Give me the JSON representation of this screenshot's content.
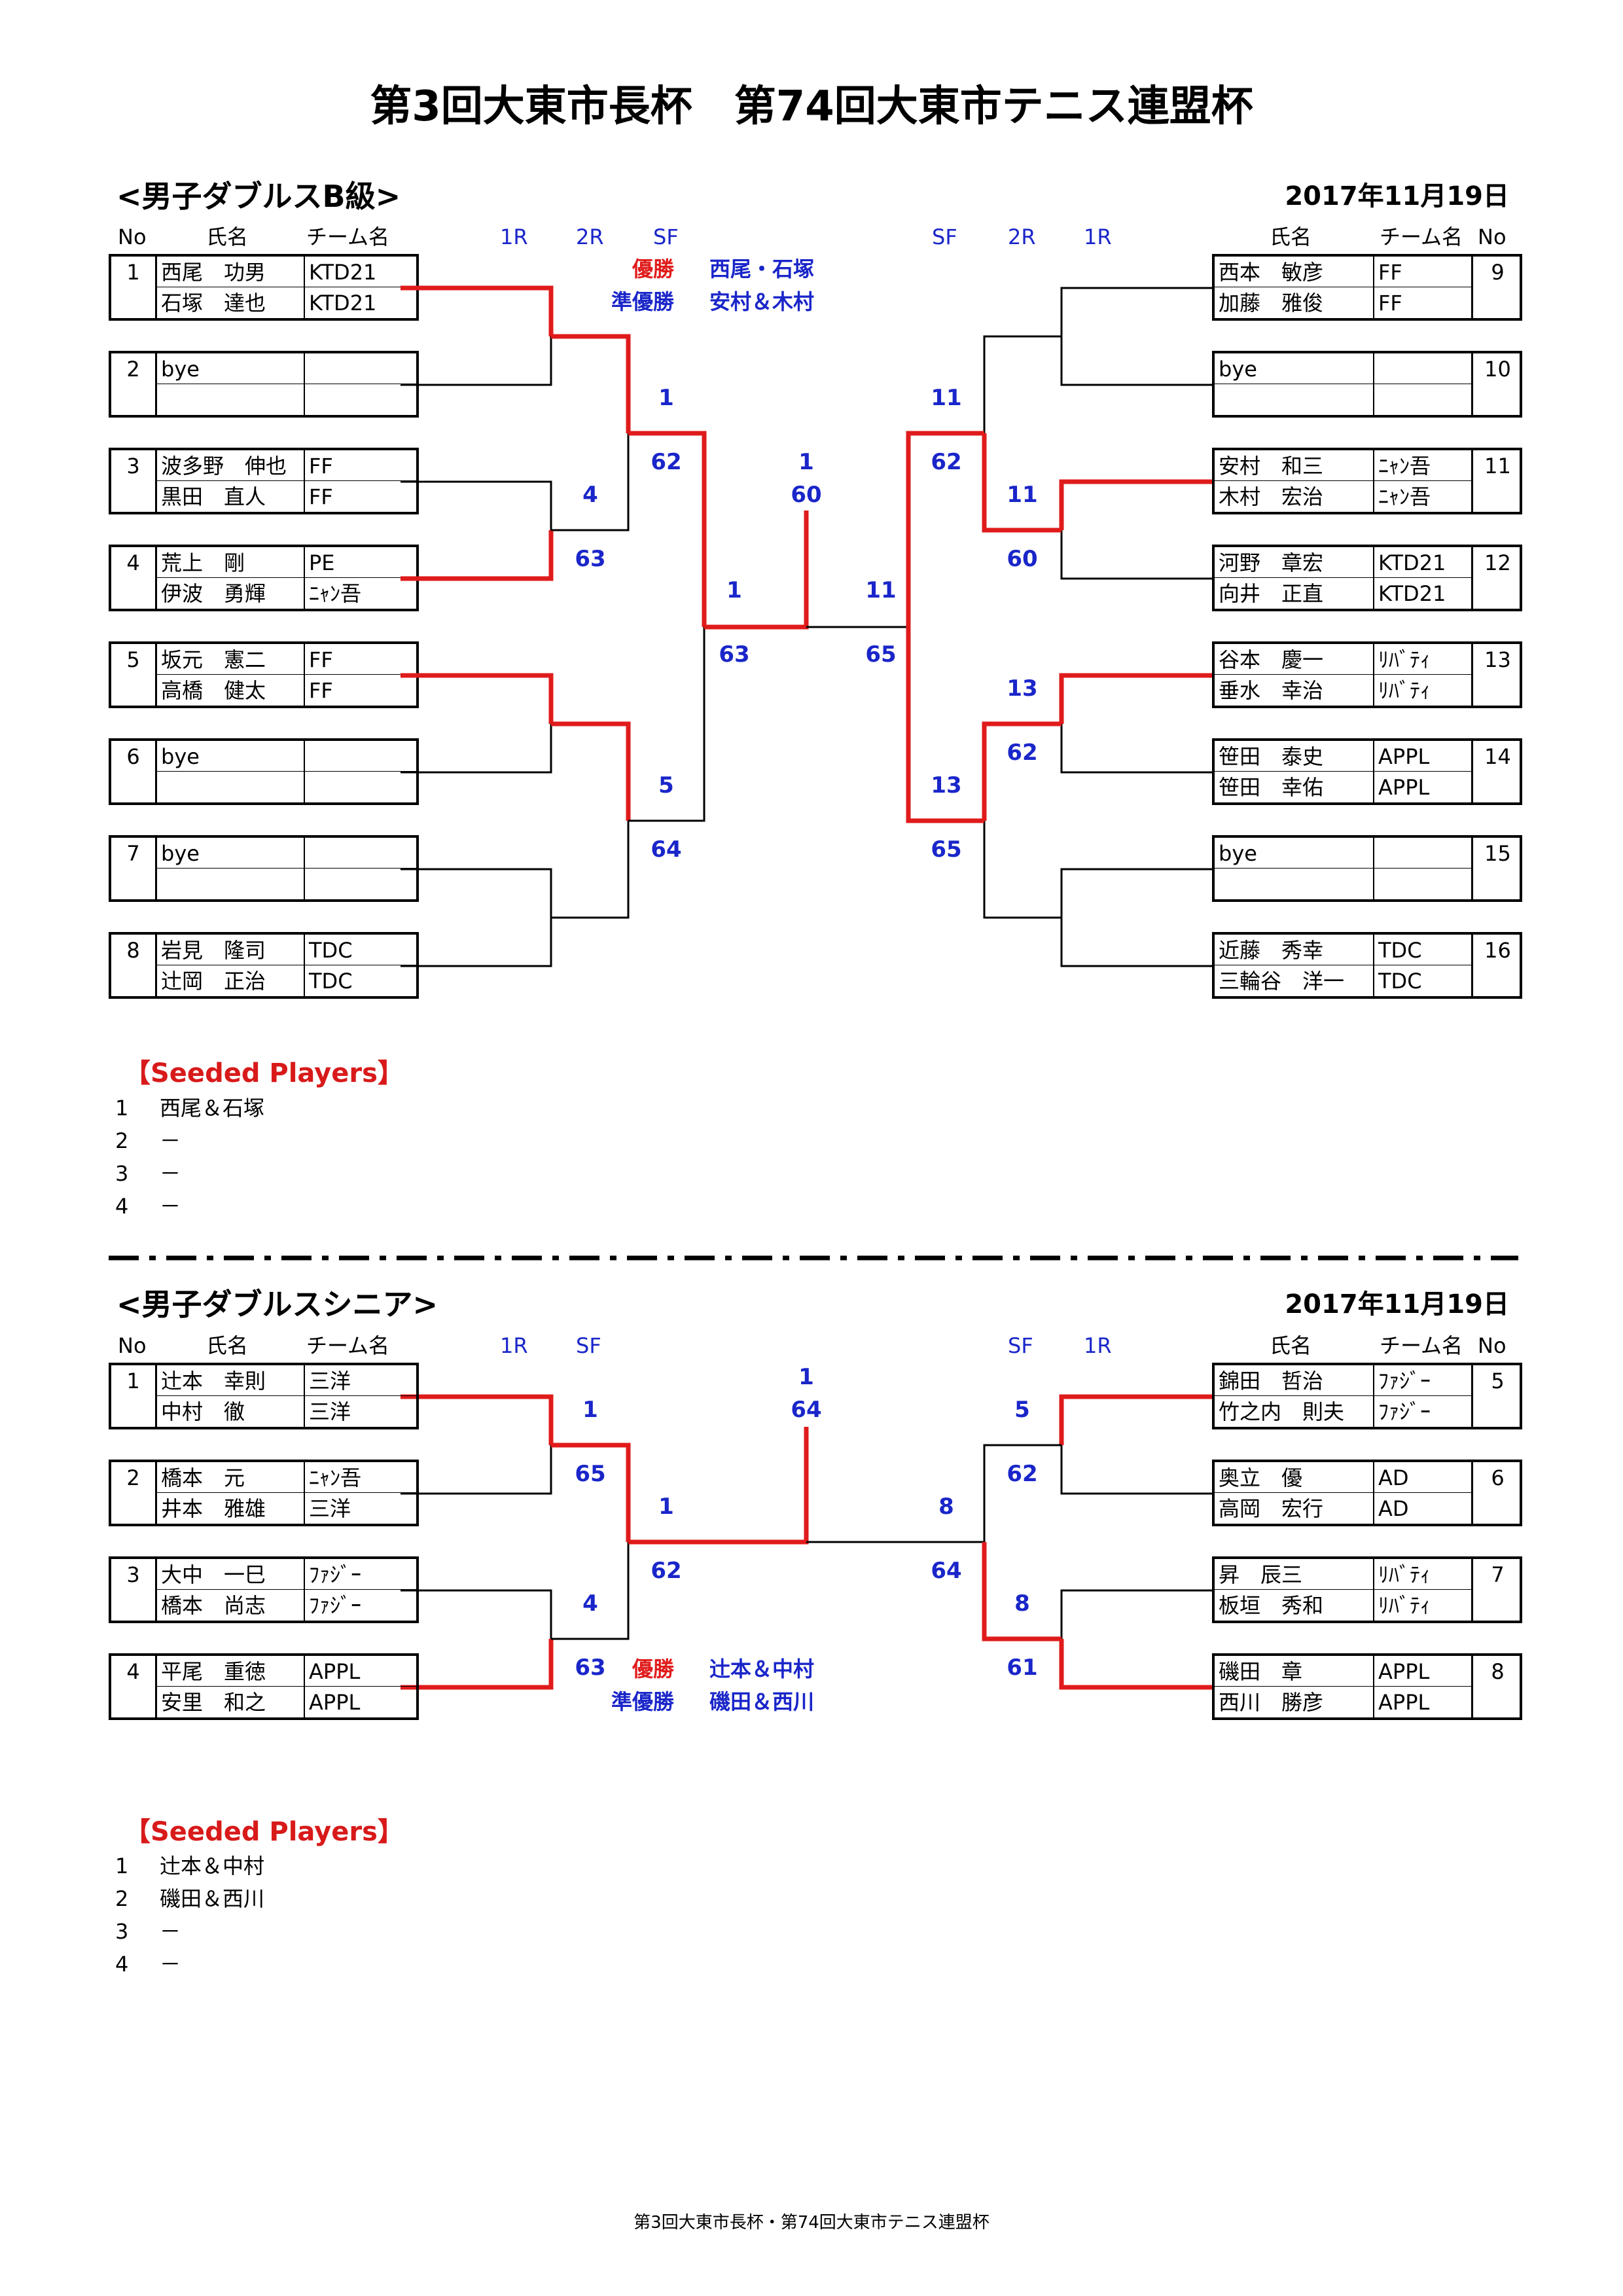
{
  "title": "第3回大東市長杯　第74回大東市テニス連盟杯",
  "footer": "第3回大東市長杯・第74回大東市テニス連盟杯",
  "section1": {
    "title": "<男子ダブルスB級>",
    "date": "2017年11月19日",
    "headers": {
      "no": "No",
      "name": "氏名",
      "team": "チーム名",
      "r1": "1R",
      "r2": "2R",
      "sf": "SF"
    },
    "left_entries": [
      {
        "no": "1",
        "players": [
          {
            "name": "西尾　功男",
            "team": "KTD21"
          },
          {
            "name": "石塚　達也",
            "team": "KTD21"
          }
        ]
      },
      {
        "no": "2",
        "players": [
          {
            "name": "bye",
            "team": ""
          },
          {
            "name": "",
            "team": ""
          }
        ]
      },
      {
        "no": "3",
        "players": [
          {
            "name": "波多野　伸也",
            "team": "FF"
          },
          {
            "name": "黒田　直人",
            "team": "FF"
          }
        ]
      },
      {
        "no": "4",
        "players": [
          {
            "name": "荒上　剛",
            "team": "PE"
          },
          {
            "name": "伊波　勇輝",
            "team": "ﾆｬﾝ吾"
          }
        ]
      },
      {
        "no": "5",
        "players": [
          {
            "name": "坂元　憲二",
            "team": "FF"
          },
          {
            "name": "高橋　健太",
            "team": "FF"
          }
        ]
      },
      {
        "no": "6",
        "players": [
          {
            "name": "bye",
            "team": ""
          },
          {
            "name": "",
            "team": ""
          }
        ]
      },
      {
        "no": "7",
        "players": [
          {
            "name": "bye",
            "team": ""
          },
          {
            "name": "",
            "team": ""
          }
        ]
      },
      {
        "no": "8",
        "players": [
          {
            "name": "岩見　隆司",
            "team": "TDC"
          },
          {
            "name": "辻岡　正治",
            "team": "TDC"
          }
        ]
      }
    ],
    "right_entries": [
      {
        "no": "9",
        "players": [
          {
            "name": "西本　敏彦",
            "team": "FF"
          },
          {
            "name": "加藤　雅俊",
            "team": "FF"
          }
        ]
      },
      {
        "no": "10",
        "players": [
          {
            "name": "bye",
            "team": ""
          },
          {
            "name": "",
            "team": ""
          }
        ]
      },
      {
        "no": "11",
        "players": [
          {
            "name": "安村　和三",
            "team": "ﾆｬﾝ吾"
          },
          {
            "name": "木村　宏治",
            "team": "ﾆｬﾝ吾"
          }
        ]
      },
      {
        "no": "12",
        "players": [
          {
            "name": "河野　章宏",
            "team": "KTD21"
          },
          {
            "name": "向井　正直",
            "team": "KTD21"
          }
        ]
      },
      {
        "no": "13",
        "players": [
          {
            "name": "谷本　慶一",
            "team": "ﾘﾊﾞﾃｨ"
          },
          {
            "name": "垂水　幸治",
            "team": "ﾘﾊﾞﾃｨ"
          }
        ]
      },
      {
        "no": "14",
        "players": [
          {
            "name": "笹田　泰史",
            "team": "APPL"
          },
          {
            "name": "笹田　幸佑",
            "team": "APPL"
          }
        ]
      },
      {
        "no": "15",
        "players": [
          {
            "name": "bye",
            "team": ""
          },
          {
            "name": "",
            "team": ""
          }
        ]
      },
      {
        "no": "16",
        "players": [
          {
            "name": "近藤　秀幸",
            "team": "TDC"
          },
          {
            "name": "三輪谷　洋一",
            "team": "TDC"
          }
        ]
      }
    ],
    "results": {
      "winner_label": "優勝",
      "winner": "西尾・石塚",
      "runnerup_label": "準優勝",
      "runnerup": "安村＆木村"
    },
    "scores": {
      "l_sf_top_no": "1",
      "l_sf_top_score": "62",
      "l_2r_b_no": "4",
      "l_2r_b_score": "63",
      "l_sf_bot_no": "5",
      "l_sf_bot_score": "64",
      "l_final_no": "1",
      "l_final_score": "63",
      "final_no": "1",
      "final_score": "60",
      "r_final_no": "11",
      "r_final_score": "65",
      "r_sf_top_no": "11",
      "r_sf_top_score": "62",
      "r_2r_b_no": "11",
      "r_2r_b_score": "60",
      "r_2r_c_no": "13",
      "r_2r_c_score": "62",
      "r_sf_bot_no": "13",
      "r_sf_bot_score": "65"
    },
    "seeded_title": "【Seeded Players】",
    "seeded": [
      {
        "rank": "1",
        "name": "西尾＆石塚"
      },
      {
        "rank": "2",
        "name": "－"
      },
      {
        "rank": "3",
        "name": "－"
      },
      {
        "rank": "4",
        "name": "－"
      }
    ]
  },
  "section2": {
    "title": "<男子ダブルスシニア>",
    "date": "2017年11月19日",
    "headers": {
      "no": "No",
      "name": "氏名",
      "team": "チーム名",
      "r1": "1R",
      "sf": "SF"
    },
    "left_entries": [
      {
        "no": "1",
        "players": [
          {
            "name": "辻本　幸則",
            "team": "三洋"
          },
          {
            "name": "中村　徹",
            "team": "三洋"
          }
        ]
      },
      {
        "no": "2",
        "players": [
          {
            "name": "橋本　元",
            "team": "ﾆｬﾝ吾"
          },
          {
            "name": "井本　雅雄",
            "team": "三洋"
          }
        ]
      },
      {
        "no": "3",
        "players": [
          {
            "name": "大中　一巳",
            "team": "ﾌｧｼﾞｰ"
          },
          {
            "name": "橋本　尚志",
            "team": "ﾌｧｼﾞｰ"
          }
        ]
      },
      {
        "no": "4",
        "players": [
          {
            "name": "平尾　重徳",
            "team": "APPL"
          },
          {
            "name": "安里　和之",
            "team": "APPL"
          }
        ]
      }
    ],
    "right_entries": [
      {
        "no": "5",
        "players": [
          {
            "name": "錦田　哲治",
            "team": "ﾌｧｼﾞｰ"
          },
          {
            "name": "竹之内　則夫",
            "team": "ﾌｧｼﾞｰ"
          }
        ]
      },
      {
        "no": "6",
        "players": [
          {
            "name": "奥立　優",
            "team": "AD"
          },
          {
            "name": "高岡　宏行",
            "team": "AD"
          }
        ]
      },
      {
        "no": "7",
        "players": [
          {
            "name": "昇　辰三",
            "team": "ﾘﾊﾞﾃｨ"
          },
          {
            "name": "板垣　秀和",
            "team": "ﾘﾊﾞﾃｨ"
          }
        ]
      },
      {
        "no": "8",
        "players": [
          {
            "name": "磯田　章",
            "team": "APPL"
          },
          {
            "name": "西川　勝彦",
            "team": "APPL"
          }
        ]
      }
    ],
    "results": {
      "winner_label": "優勝",
      "winner": "辻本＆中村",
      "runnerup_label": "準優勝",
      "runnerup": "磯田＆西川"
    },
    "scores": {
      "l_r1_a_no": "1",
      "l_r1_a_score": "65",
      "l_r1_b_no": "4",
      "l_r1_b_score": "63",
      "l_sf_no": "1",
      "l_sf_score": "62",
      "final_no": "1",
      "final_score": "64",
      "r_sf_no": "8",
      "r_sf_score": "64",
      "r_r1_a_no": "5",
      "r_r1_a_score": "62",
      "r_r1_b_no": "8",
      "r_r1_b_score": "61"
    },
    "seeded_title": "【Seeded Players】",
    "seeded": [
      {
        "rank": "1",
        "name": "辻本＆中村"
      },
      {
        "rank": "2",
        "name": "磯田＆西川"
      },
      {
        "rank": "3",
        "name": "－"
      },
      {
        "rank": "4",
        "name": "－"
      }
    ]
  },
  "colors": {
    "win_line": "#e01b1b",
    "score_blue": "#1a26c9",
    "winner_red": "#e01b1b"
  }
}
